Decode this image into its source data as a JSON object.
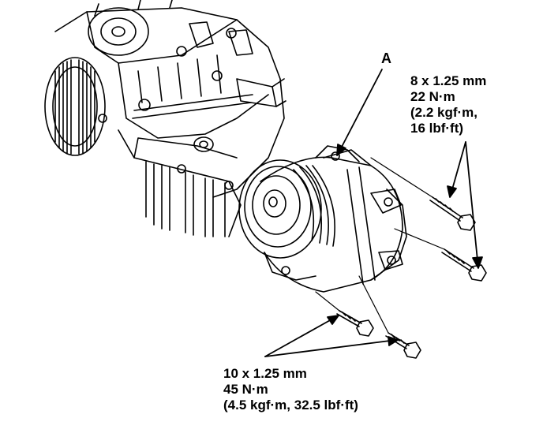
{
  "labels": {
    "part_a": "A",
    "upper_bolt_spec": {
      "size": "8 x 1.25 mm",
      "torque_nm": "22 N·m",
      "torque_kgf": "(2.2 kgf·m,",
      "torque_lbf": "16 lbf·ft)"
    },
    "lower_bolt_spec": {
      "size": "10 x 1.25 mm",
      "torque_nm": "45 N·m",
      "torque_kgf_lbf": "(4.5 kgf·m, 32.5 lbf·ft)"
    }
  },
  "colors": {
    "ink": "#000000",
    "paper": "#ffffff"
  }
}
